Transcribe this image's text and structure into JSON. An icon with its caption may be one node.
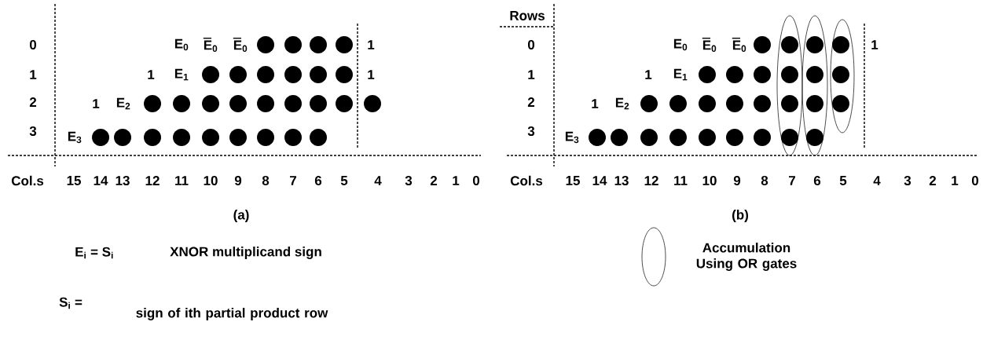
{
  "diagram": {
    "labels": [
      "0",
      "E$_{0}$",
      "E$_{0}$",
      "E$_{0}$",
      "1",
      "1",
      "1",
      "E$_{1}$",
      "1",
      "2",
      "1",
      "E$_{2}$",
      "3",
      "E$_{3}$",
      "Col.s",
      "15",
      "14",
      "13",
      "12",
      "11",
      "10",
      "9",
      "8",
      "7",
      "6",
      "5",
      "4",
      "3",
      "2",
      "1",
      "0",
      "(a)",
      "Rows",
      "0",
      "E$_{0}$",
      "E$_{0}$",
      "E$_{0}$",
      "1",
      "1",
      "1",
      "E$_{1}$",
      "2",
      "1",
      "E$_{2}$",
      "3",
      "E$_{3}$",
      "Col.s",
      "15",
      "14",
      "13",
      "12",
      "11",
      "10",
      "9",
      "8",
      "7",
      "6",
      "5",
      "4",
      "3",
      "2",
      "1",
      "0",
      "(b)",
      "E$_{i}$ = S$_{i}$",
      "XNOR multiplicand sign",
      "S$_{i}$ =",
      "sign of ith partial product row"
    ],
    "legend": [
      {
        "text": "Accumulation Using OR gates"
      }
    ]
  }
}
